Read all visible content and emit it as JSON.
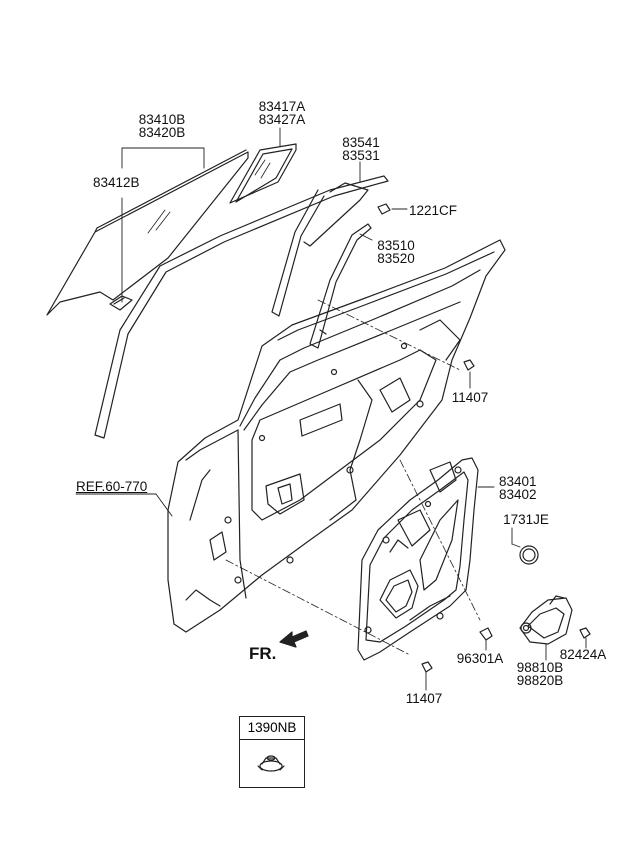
{
  "labels": {
    "glass_p1": "83410B",
    "glass_p2": "83420B",
    "quarter_glass_p1": "83417A",
    "quarter_glass_p2": "83427A",
    "channel_p1": "83541",
    "channel_p2": "83531",
    "clip": "83412B",
    "bolt_top": "1221CF",
    "run_p1": "83510",
    "run_p2": "83520",
    "bolt_mid": "11407",
    "regulator_p1": "83401",
    "regulator_p2": "83402",
    "grommet": "1731JE",
    "reference": "REF.60-770",
    "front_marker": "FR.",
    "screw": "96301A",
    "motor_p1": "98810B",
    "motor_p2": "98820B",
    "bolt_small": "82424A",
    "bolt_bottom": "11407",
    "legend_part": "1390NB"
  }
}
